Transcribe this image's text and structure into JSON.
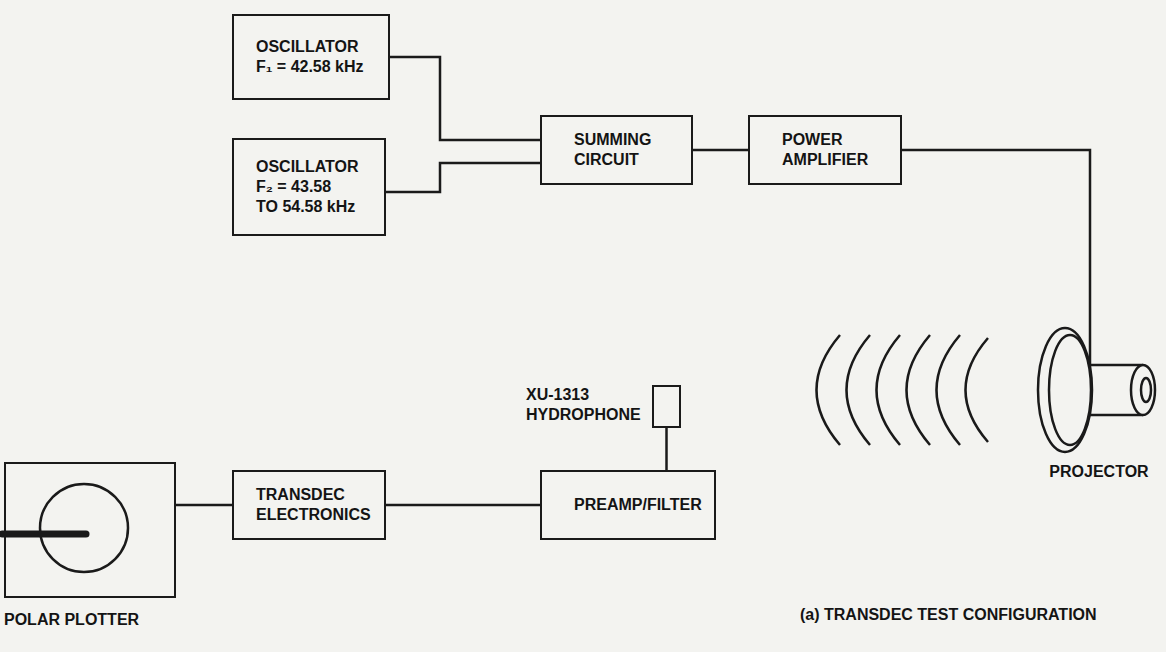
{
  "diagram": {
    "caption": "(a) TRANSDEC TEST CONFIGURATION",
    "nodes": [
      {
        "text": [
          "OSCILLATOR",
          "F₁ = 42.58 kHz"
        ]
      },
      {
        "text": [
          "OSCILLATOR",
          "F₂ = 43.58 TO 54.58 kHz"
        ]
      },
      {
        "text": [
          "SUMMING CIRCUIT"
        ]
      },
      {
        "text": [
          "POWER AMPLIFIER"
        ]
      },
      {
        "text": [
          "PROJECTOR"
        ]
      },
      {
        "text": [
          "XU-1313 HYDROPHONE"
        ]
      },
      {
        "text": [
          "PREAMP/FILTER"
        ]
      },
      {
        "text": [
          "TRANSDEC ELECTRONICS"
        ]
      },
      {
        "text": [
          "POLAR PLOTTER"
        ]
      }
    ],
    "edges": [
      {
        "from": 0,
        "to": 2,
        "arrow": "none"
      },
      {
        "from": 1,
        "to": 2,
        "arrow": "none"
      },
      {
        "from": 2,
        "to": 3,
        "arrow": "none"
      },
      {
        "from": 3,
        "to": 4,
        "arrow": "none"
      },
      {
        "from": 5,
        "to": 6,
        "arrow": "none"
      },
      {
        "from": 6,
        "to": 7,
        "arrow": "none"
      },
      {
        "from": 7,
        "to": 8,
        "arrow": "none"
      }
    ]
  }
}
